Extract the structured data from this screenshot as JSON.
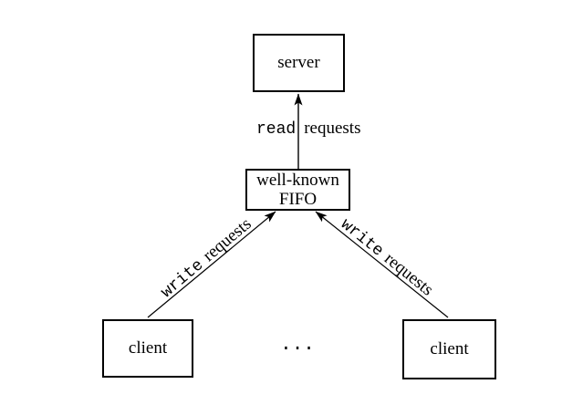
{
  "colors": {
    "background": "#ffffff",
    "ink": "#000000"
  },
  "nodes": {
    "server": {
      "label": "server"
    },
    "fifo": {
      "line1": "well-known",
      "line2": "FIFO"
    },
    "client_left": {
      "label": "client"
    },
    "client_right": {
      "label": "client"
    }
  },
  "edges": {
    "read": {
      "verb": "read",
      "noun": "requests"
    },
    "write_left": {
      "verb": "write",
      "noun": "requests"
    },
    "write_right": {
      "verb": "write",
      "noun": "requests"
    }
  },
  "ellipsis": "..."
}
